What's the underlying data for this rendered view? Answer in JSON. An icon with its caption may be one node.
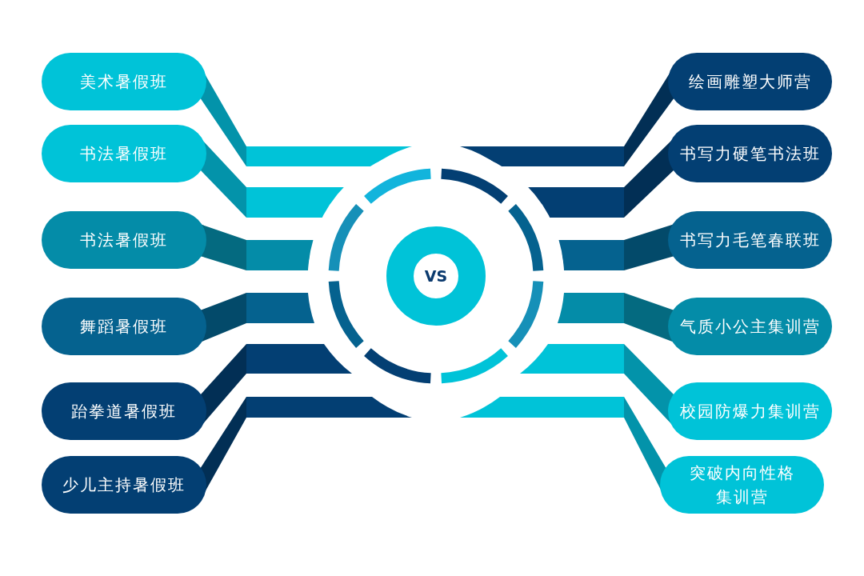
{
  "diagram": {
    "nodes": [
      {
        "text": [
          "美术暑假班"
        ]
      },
      {
        "text": [
          "书法暑假班"
        ]
      },
      {
        "text": [
          "书法暑假班"
        ]
      },
      {
        "text": [
          "舞蹈暑假班"
        ]
      },
      {
        "text": [
          "跆拳道暑假班"
        ]
      },
      {
        "text": [
          "少儿主持暑假班"
        ]
      },
      {
        "text": [
          "绘画雕塑大师营"
        ]
      },
      {
        "text": [
          "书写力硬笔书法班"
        ]
      },
      {
        "text": [
          "书写力毛笔春联班"
        ]
      },
      {
        "text": [
          "气质小公主集训营"
        ]
      },
      {
        "text": [
          "校园防爆力集训营"
        ]
      },
      {
        "text": [
          "突破内向性格集训营"
        ]
      },
      {
        "text": [
          "VS"
        ]
      }
    ],
    "edges": [
      {
        "from": 0,
        "to": 12,
        "arrow": "none"
      },
      {
        "from": 1,
        "to": 12,
        "arrow": "none"
      },
      {
        "from": 2,
        "to": 12,
        "arrow": "none"
      },
      {
        "from": 3,
        "to": 12,
        "arrow": "none"
      },
      {
        "from": 4,
        "to": 12,
        "arrow": "none"
      },
      {
        "from": 5,
        "to": 12,
        "arrow": "none"
      },
      {
        "from": 6,
        "to": 12,
        "arrow": "none"
      },
      {
        "from": 7,
        "to": 12,
        "arrow": "none"
      },
      {
        "from": 8,
        "to": 12,
        "arrow": "none"
      },
      {
        "from": 9,
        "to": 12,
        "arrow": "none"
      },
      {
        "from": 10,
        "to": 12,
        "arrow": "none"
      },
      {
        "from": 11,
        "to": 12,
        "arrow": "none"
      }
    ]
  }
}
